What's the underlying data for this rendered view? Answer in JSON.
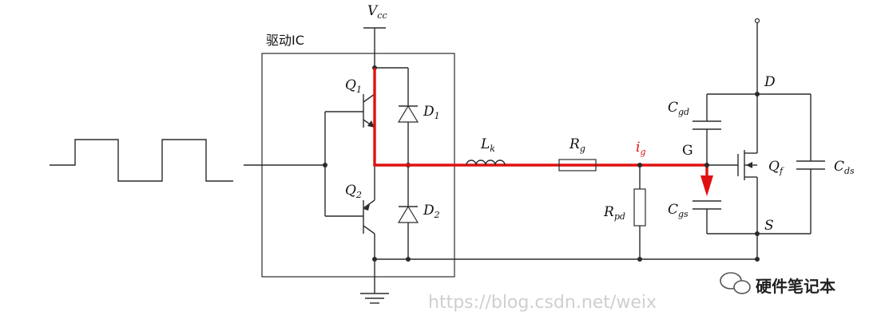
{
  "diagram": {
    "title": "驱动IC",
    "labels": {
      "vcc": "V",
      "vcc_sub": "cc",
      "q1": "Q",
      "q1_sub": "1",
      "q2": "Q",
      "q2_sub": "2",
      "d1": "D",
      "d1_sub": "1",
      "d2": "D",
      "d2_sub": "2",
      "lk": "L",
      "lk_sub": "k",
      "rg": "R",
      "rg_sub": "g",
      "ig": "i",
      "ig_sub": "g",
      "rpd": "R",
      "rpd_sub": "pd",
      "cgd": "C",
      "cgd_sub": "gd",
      "cgs": "C",
      "cgs_sub": "gs",
      "g": "G",
      "d": "D",
      "s": "S",
      "qf": "Q",
      "qf_sub": "f",
      "cds": "C",
      "cds_sub": "ds"
    },
    "colors": {
      "wire": "#2b2b2b",
      "current_path": "#e01010"
    }
  },
  "watermark": {
    "url": "https://blog.csdn.net/weix",
    "brand": "硬件笔记本"
  }
}
